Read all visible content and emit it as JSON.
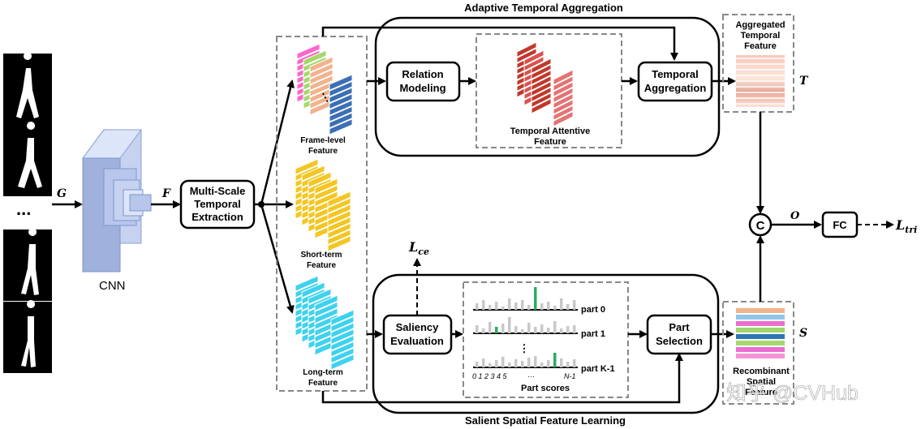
{
  "titles": {
    "top": "Adaptive Temporal Aggregation",
    "bottom": "Salient Spatial Feature Learning"
  },
  "cnn": {
    "label": "CNN"
  },
  "symbols": {
    "G": "G",
    "F": "F",
    "T": "T",
    "S": "S",
    "O": "O",
    "C": "C",
    "L": "L",
    "ce": "ce",
    "tri": "tri",
    "ellipsis": "..."
  },
  "boxes": {
    "mste": [
      "Multi-Scale",
      "Temporal",
      "Extraction"
    ],
    "relation": [
      "Relation",
      "Modeling"
    ],
    "temporal_agg": [
      "Temporal",
      "Aggregation"
    ],
    "saliency": [
      "Saliency",
      "Evaluation"
    ],
    "part_selection": [
      "Part",
      "Selection"
    ],
    "fc": "FC"
  },
  "features": {
    "frame": [
      "Frame-level",
      "Feature"
    ],
    "short": [
      "Short-term",
      "Feature"
    ],
    "long": [
      "Long-term",
      "Feature"
    ],
    "attentive": [
      "Temporal Attentive",
      "Feature"
    ],
    "aggregated": [
      "Aggregated",
      "Temporal",
      "Feature"
    ],
    "recombinant": [
      "Recombinant",
      "Spatial",
      "Feature"
    ]
  },
  "part_scores": {
    "rows": [
      "part 0",
      "part 1",
      "part K-1"
    ],
    "dots": "⋮",
    "axis_ticks": "0 1 2 3 4 5",
    "axis_mid": "···",
    "axis_end": "N-1",
    "caption": "Part scores"
  },
  "watermark": "知乎 @CVHub",
  "colors": {
    "box_stroke": "#000000",
    "dashed": "#888888",
    "cnn": "#9fb1dc",
    "frame": [
      "#ff66cc",
      "#a3d96b",
      "#f2b28c",
      "#3b6fb6"
    ],
    "short": "#f4c623",
    "long": "#3fd2ef",
    "attentive": [
      "#c0392b",
      "#e57373"
    ],
    "selected_bar": "#27ae60",
    "score_bar": "#c8c8c8",
    "recombinant": [
      "#f2b28c",
      "#8fc7e8",
      "#ea6ed0",
      "#9ed66b",
      "#2e75b6",
      "#a3d96b",
      "#ea6ed0",
      "#f792d6"
    ]
  }
}
